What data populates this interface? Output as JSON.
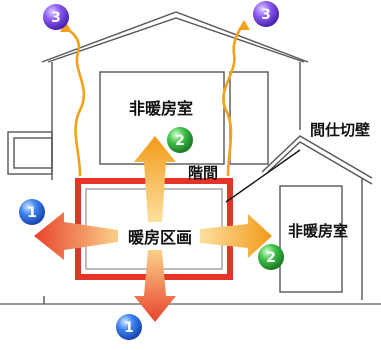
{
  "labels": {
    "unheated_upper": "非暖房室",
    "unheated_right": "非暖房室",
    "heated_zone": "暖房区画",
    "stairwell": "階間",
    "partition_wall": "間仕切壁"
  },
  "markers": [
    {
      "number": "3",
      "color": "#6a3fd8"
    },
    {
      "number": "3",
      "color": "#6a3fd8"
    },
    {
      "number": "2",
      "color": "#2fae3b"
    },
    {
      "number": "2",
      "color": "#2fae3b"
    },
    {
      "number": "1",
      "color": "#2f6fe0"
    },
    {
      "number": "1",
      "color": "#2f6fe0"
    }
  ],
  "colors": {
    "house_outline": "#555555",
    "heated_border": "#e53427",
    "arrow_orange": "#f39c1e",
    "arrow_red": "#e8452c",
    "leak_path": "#f3a11a"
  }
}
